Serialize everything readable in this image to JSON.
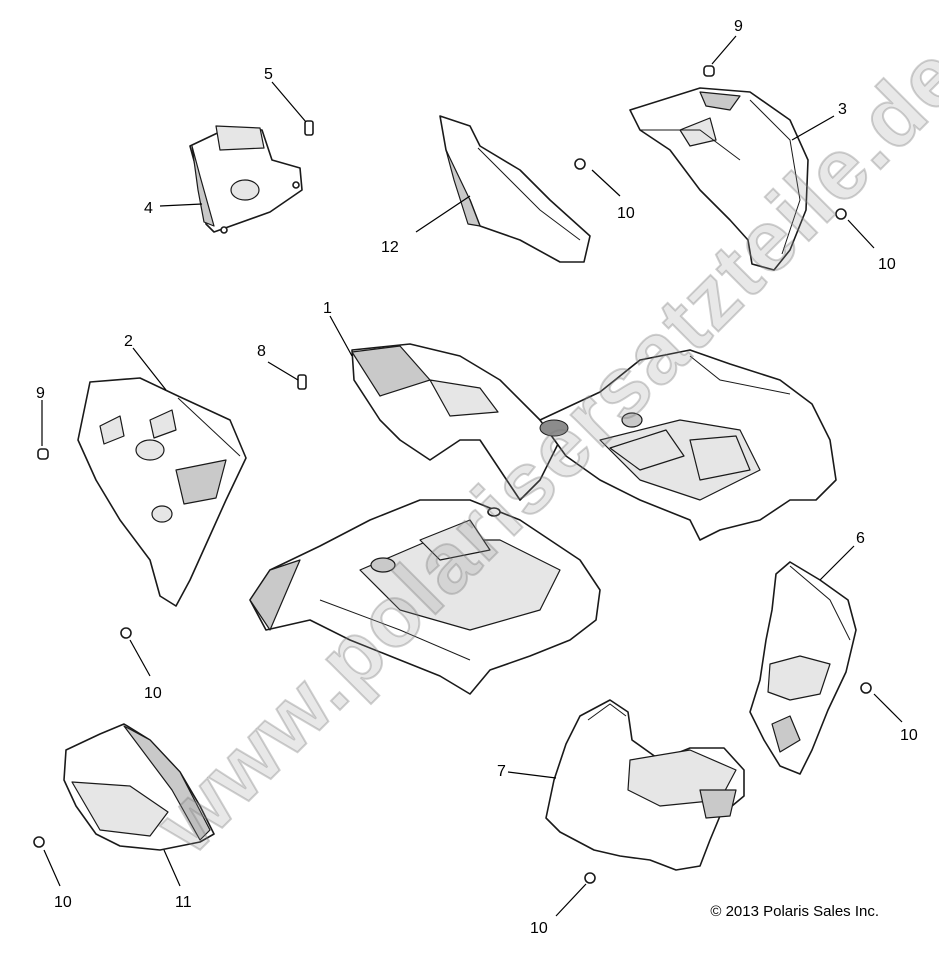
{
  "callouts": {
    "p1": "1",
    "p2": "2",
    "p3": "3",
    "p4": "4",
    "p5": "5",
    "p6": "6",
    "p7": "7",
    "p8": "8",
    "p9a": "9",
    "p9b": "9",
    "p10a": "10",
    "p10b": "10",
    "p10c": "10",
    "p10d": "10",
    "p10e": "10",
    "p10f": "10",
    "p11": "11",
    "p12": "12"
  },
  "copyright": "© 2013 Polaris Sales Inc.",
  "watermark": "www.polarisersatzteile.de"
}
